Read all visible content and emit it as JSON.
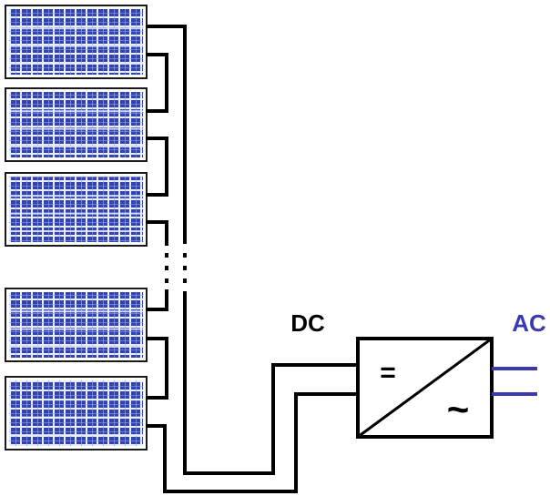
{
  "diagram": {
    "dc_label": "DC",
    "ac_label": "AC",
    "inverter_dc_symbol": "=",
    "inverter_ac_symbol": "~",
    "panel_count": 5,
    "colors": {
      "panel_frame": "#1a1a1a",
      "panel_cell": "#3344a8",
      "panel_grid": "#e8ecff",
      "wire": "#000000",
      "dc_label": "#000000",
      "ac_label": "#3a3ab0",
      "ac_lines": "#3a3ab0"
    },
    "icons": {
      "panel": "solar-panel-icon",
      "inverter": "inverter-icon"
    }
  }
}
